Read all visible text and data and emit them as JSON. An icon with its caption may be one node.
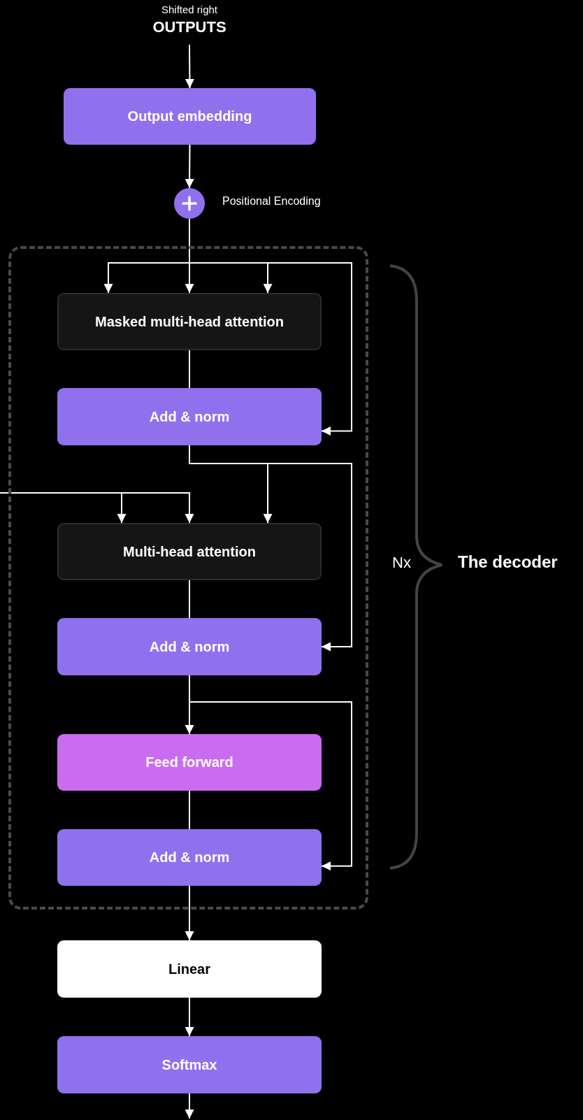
{
  "diagram": {
    "nodes": [
      {
        "text": [
          "Shifted right",
          "OUTPUTS"
        ]
      },
      {
        "text": [
          "Output embedding"
        ]
      },
      {
        "text": [],
        "shape": "circle",
        "beside": [
          "Positional Encoding"
        ]
      },
      {
        "text": [],
        "shape": "box"
      },
      {
        "text": [
          "Masked multi-head attention"
        ],
        "in": 3
      },
      {
        "text": [
          "Add & norm"
        ],
        "in": 3
      },
      {
        "text": [
          "Multi-head attention"
        ],
        "in": 3
      },
      {
        "text": [
          "Add & norm"
        ],
        "in": 3
      },
      {
        "text": [
          "Feed forward"
        ],
        "in": 3
      },
      {
        "text": [
          "Add & norm"
        ],
        "in": 3
      },
      {
        "text": [
          "Linear"
        ]
      },
      {
        "text": [
          "Softmax"
        ]
      }
    ],
    "edges": [
      {
        "from": 0,
        "to": 1,
        "arrow": "to"
      },
      {
        "from": 1,
        "to": 2,
        "arrow": "to"
      },
      {
        "from": 2,
        "to": 4,
        "arrow": "to"
      },
      {
        "from": 2,
        "to": 4,
        "arrow": "to"
      },
      {
        "from": 2,
        "to": 4,
        "arrow": "to"
      },
      {
        "from": 2,
        "to": 5,
        "arrow": "to"
      },
      {
        "from": 4,
        "to": 5,
        "arrow": "none"
      },
      {
        "from": 5,
        "to": 6,
        "arrow": "to"
      },
      {
        "from": 5,
        "to": 7,
        "arrow": "to"
      },
      {
        "from": null,
        "to": 6,
        "arrow": "to"
      },
      {
        "from": null,
        "to": 6,
        "arrow": "to"
      },
      {
        "from": 6,
        "to": 7,
        "arrow": "none"
      },
      {
        "from": 7,
        "to": 8,
        "arrow": "to"
      },
      {
        "from": 7,
        "to": 9,
        "arrow": "to"
      },
      {
        "from": 8,
        "to": 9,
        "arrow": "none"
      },
      {
        "from": 9,
        "to": 10,
        "arrow": "to"
      },
      {
        "from": 10,
        "to": 11,
        "arrow": "to"
      },
      {
        "from": 11,
        "to": null,
        "arrow": "to"
      }
    ],
    "labels": [
      "Nx",
      "The decoder"
    ]
  }
}
